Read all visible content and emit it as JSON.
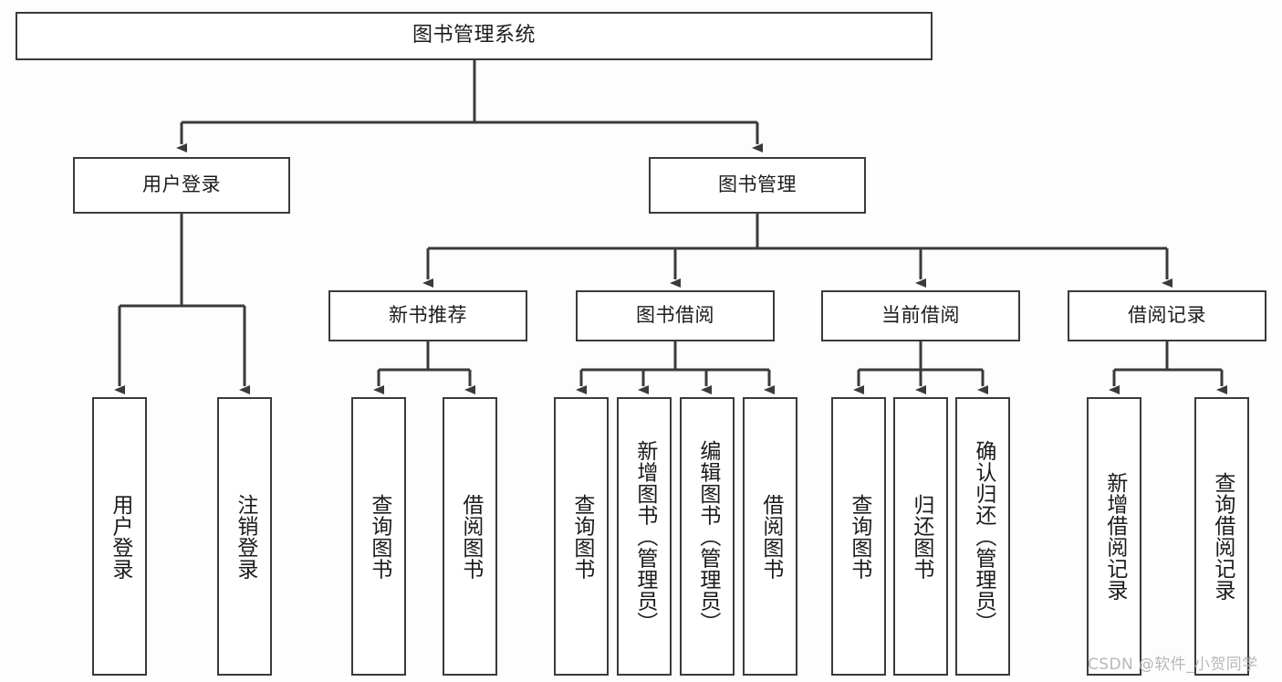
{
  "diagram": {
    "title": "图书管理系统",
    "type": "tree-hierarchy-chart",
    "colors": {
      "background": "#fdfdfd",
      "node_fill": "#ffffff",
      "node_border": "#3a3a3a",
      "edge": "#3a3a3a",
      "text": "#1b1b1b",
      "watermark": "#b8b8b8"
    },
    "root": {
      "label": "图书管理系统"
    },
    "level1": [
      {
        "label": "用户登录"
      },
      {
        "label": "图书管理"
      }
    ],
    "level2": [
      {
        "label": "新书推荐"
      },
      {
        "label": "图书借阅"
      },
      {
        "label": "当前借阅"
      },
      {
        "label": "借阅记录"
      }
    ],
    "leaves": {
      "user_login": [
        {
          "label": "用户登录"
        },
        {
          "label": "注销登录"
        }
      ],
      "new_book_recommend": [
        {
          "label": "查询图书"
        },
        {
          "label": "借阅图书"
        }
      ],
      "book_borrow": [
        {
          "label": "查询图书"
        },
        {
          "label": "新增图书（管理员）"
        },
        {
          "label": "编辑图书（管理员）"
        },
        {
          "label": "借阅图书"
        }
      ],
      "current_borrow": [
        {
          "label": "查询图书"
        },
        {
          "label": "归还图书"
        },
        {
          "label": "确认归还（管理员）"
        }
      ],
      "borrow_record": [
        {
          "label": "新增借阅记录"
        },
        {
          "label": "查询借阅记录"
        }
      ]
    }
  },
  "watermark": {
    "text": "CSDN @软件_小贺同学"
  }
}
